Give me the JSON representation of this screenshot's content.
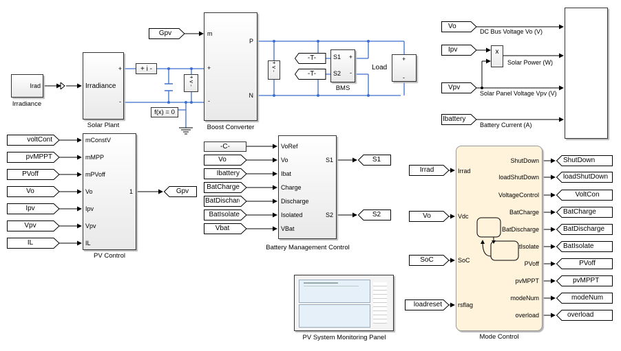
{
  "irradiance_block": {
    "port": "Irad",
    "label": "Irradiance"
  },
  "solar_plant": {
    "port": "Irradiance",
    "label": "Solar Plant"
  },
  "current_sensor": {
    "text": "+ i -"
  },
  "boost_converter": {
    "ports": [
      "m",
      "+",
      "-",
      "P",
      "N"
    ],
    "label": "Boost Converter"
  },
  "gpv_from": "Gpv",
  "solver_config": "f(x) = 0",
  "voltage_sensor_text": "+ v -",
  "bms": {
    "label": "BMS",
    "s1": "S1",
    "s2": "S2",
    "plus": "+",
    "minus": "-",
    "tag": "-T-"
  },
  "load": {
    "label": "Load"
  },
  "scope_inputs": [
    {
      "tag": "Vo",
      "label": "DC Bus Voltage Vo (V)"
    },
    {
      "tag": "Ipv",
      "label": "Solar Power (W)"
    },
    {
      "tag": "Vpv",
      "label": "Solar Panel Voltage Vpv (V)"
    },
    {
      "tag": "Ibattery",
      "label": "Battery Current (A)"
    }
  ],
  "product_symbol": "x",
  "pv_control": {
    "label": "PV Control",
    "inputs": [
      {
        "tag": "voltCont",
        "port": "mConstV"
      },
      {
        "tag": "pvMPPT",
        "port": "mMPP"
      },
      {
        "tag": "PVoff",
        "port": "mPVoff"
      },
      {
        "tag": "Vo",
        "port": "Vo"
      },
      {
        "tag": "Ipv",
        "port": "Ipv"
      },
      {
        "tag": "Vpv",
        "port": "Vpv"
      },
      {
        "tag": "IL",
        "port": "IL"
      }
    ],
    "output_port": "1",
    "output_tag": "Gpv"
  },
  "battery_control": {
    "label": "Battery Management Control",
    "inputs": [
      {
        "tag": "-C-",
        "port": "VoRef"
      },
      {
        "tag": "Vo",
        "port": "Vo"
      },
      {
        "tag": "Ibattery",
        "port": "Ibat"
      },
      {
        "tag": "BatCharge",
        "port": "Charge"
      },
      {
        "tag": "BatDischarge",
        "port": "Discharge"
      },
      {
        "tag": "BatIsolate",
        "port": "Isolated"
      },
      {
        "tag": "Vbat",
        "port": "VBat"
      }
    ],
    "outputs": [
      {
        "port": "S1",
        "tag": "S1"
      },
      {
        "port": "S2",
        "tag": "S2"
      }
    ]
  },
  "mode_control": {
    "label": "Mode Control",
    "inputs": [
      {
        "tag": "Irrad",
        "port": "Irrad"
      },
      {
        "tag": "Vo",
        "port": "Vdc"
      },
      {
        "tag": "SoC",
        "port": "SoC"
      },
      {
        "tag": "loadreset",
        "port": "rsflag"
      }
    ],
    "outputs": [
      {
        "port": "ShutDown",
        "tag": "ShutDown"
      },
      {
        "port": "loadShutDown",
        "tag": "loadShutDown"
      },
      {
        "port": "VoltageControl",
        "tag": "VoltCon"
      },
      {
        "port": "BatCharge",
        "tag": "BatCharge"
      },
      {
        "port": "BatDischarge",
        "tag": "BatDischarge"
      },
      {
        "port": "BatIsolate",
        "tag": "BatIsolate"
      },
      {
        "port": "PVoff",
        "tag": "PVoff"
      },
      {
        "port": "pvMPPT",
        "tag": "pvMPPT"
      },
      {
        "port": "modeNum",
        "tag": "modeNum"
      },
      {
        "port": "overload",
        "tag": "overload"
      }
    ]
  },
  "monitoring_panel": {
    "label": "PV System Monitoring Panel"
  },
  "colors": {
    "wire": "#000000",
    "physical": "#3b6fcf",
    "chart_fill": "#fff3dc",
    "block_border": "#333333"
  }
}
